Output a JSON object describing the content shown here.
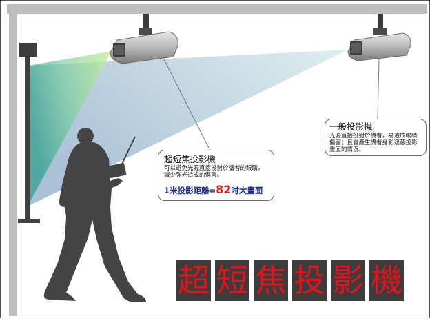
{
  "ust_callout": {
    "title": "超短焦投影機",
    "body": "可以避免光源直接投射於講者的眼睛，減少強光造成的傷害。",
    "spec_prefix": "1米投影距離=",
    "spec_number": "82",
    "spec_suffix": "吋大畫面"
  },
  "standard_callout": {
    "title": "一般投影機",
    "body": "光源直接投射於講者，易造成眼睛傷害；且會產生講者身影遮蔽投影畫面的情況。"
  },
  "banner": {
    "chars": [
      "超",
      "短",
      "焦",
      "投",
      "影",
      "機"
    ]
  },
  "colors": {
    "frame": "#bdbdbd",
    "screen_post": "#3f3f3f",
    "ust_beam_start": "#a7e08a",
    "ust_beam_end": "#2f9e8c",
    "std_beam": "#9fc6d6",
    "projector_body": "#a9a9a9",
    "silhouette": "#444444",
    "banner_bg": "#3c3c3c",
    "banner_text": "#e0141a",
    "spec_text": "#1b2a8f",
    "spec_number": "#e21b1b"
  }
}
